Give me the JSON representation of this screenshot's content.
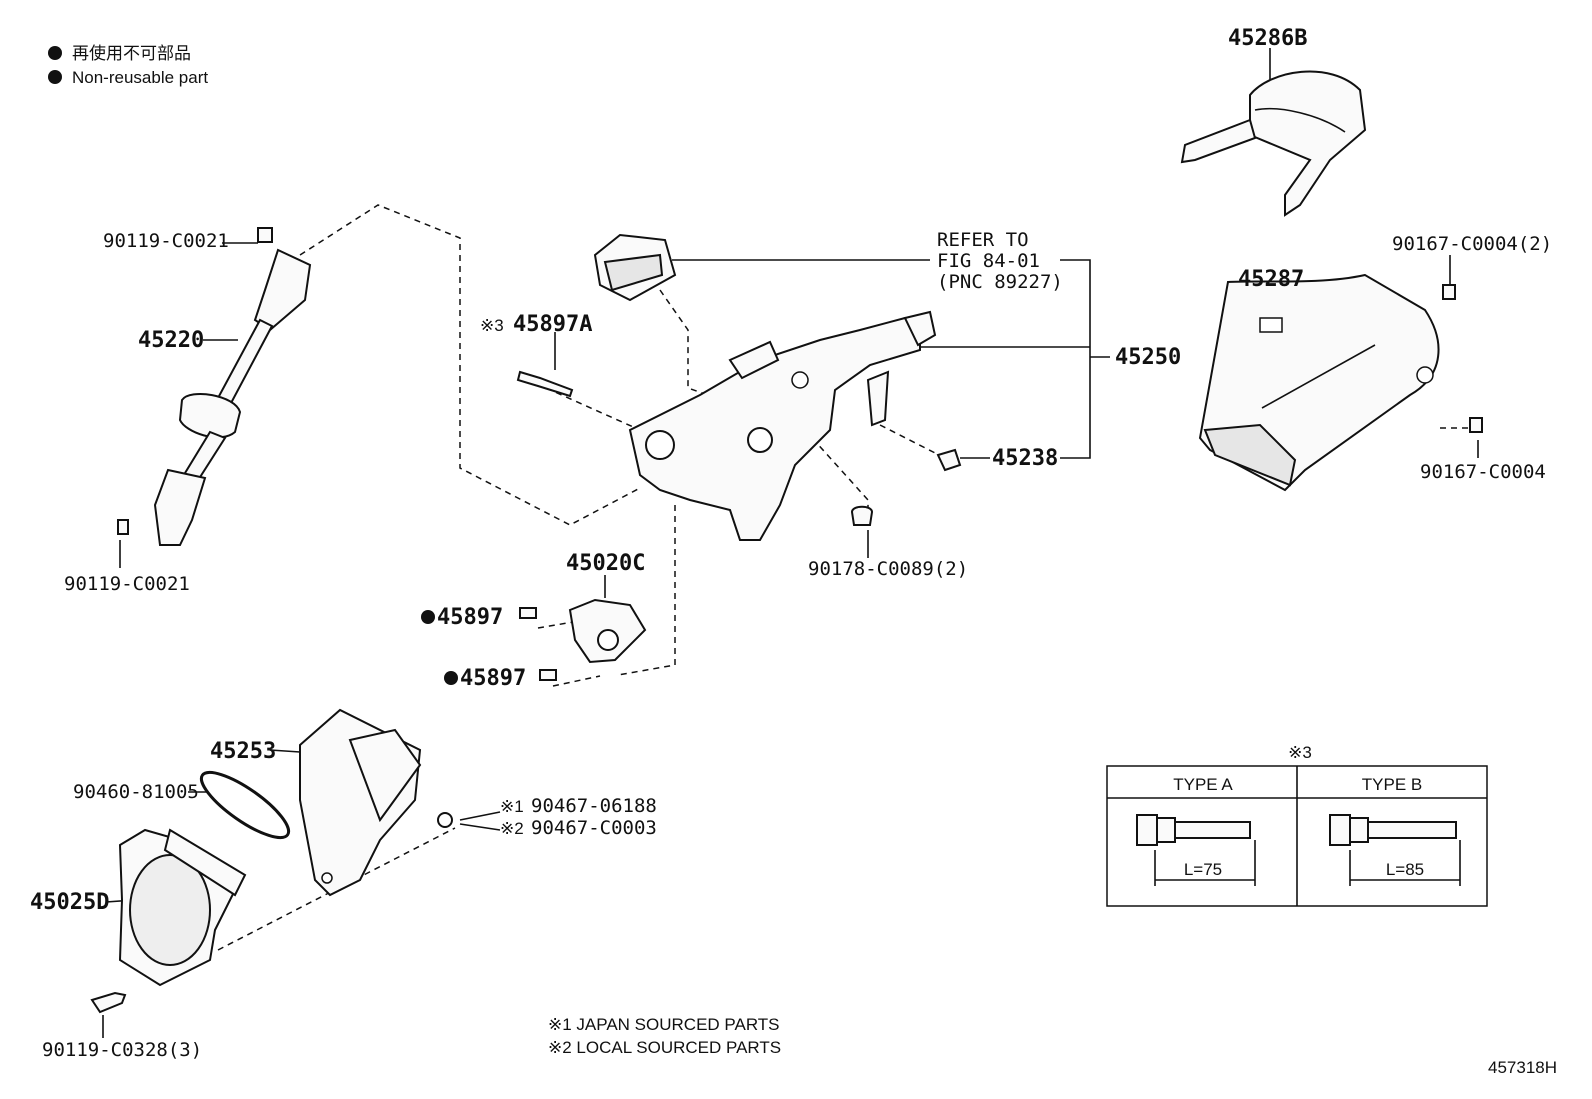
{
  "legend": {
    "jp_text": "再使用不可部品",
    "en_text": "Non-reusable part"
  },
  "labels": {
    "p45286B": "45286B",
    "p90119_C0021_top": "90119-C0021",
    "p45220": "45220",
    "p90119_C0021_bottom": "90119-C0021",
    "refer_line1": "REFER TO",
    "refer_line2": "FIG 84-01",
    "refer_line3": "(PNC 89227)",
    "p45250": "45250",
    "p45238": "45238",
    "mark3": "※3",
    "p45897A": "45897A",
    "p90178": "90178-C0089(2)",
    "p45020C": "45020C",
    "p45897_a": "45897",
    "p45897_b": "45897",
    "p90167_top": "90167-C0004(2)",
    "p45287": "45287",
    "p90167_bottom": "90167-C0004",
    "p45253": "45253",
    "p90460": "90460-81005",
    "mark1": "※1",
    "p90467_06188": "90467-06188",
    "mark2": "※2",
    "p90467_C0003": "90467-C0003",
    "p45025D": "45025D",
    "p90119_C0328": "90119-C0328(3)",
    "fig_id": "457318H"
  },
  "footnotes": {
    "n1": "※1 JAPAN SOURCED PARTS",
    "n2": "※2 LOCAL SOURCED PARTS"
  },
  "type_table": {
    "mark": "※3",
    "type_a": "TYPE A",
    "type_b": "TYPE B",
    "len_a": "L=75",
    "len_b": "L=85"
  }
}
